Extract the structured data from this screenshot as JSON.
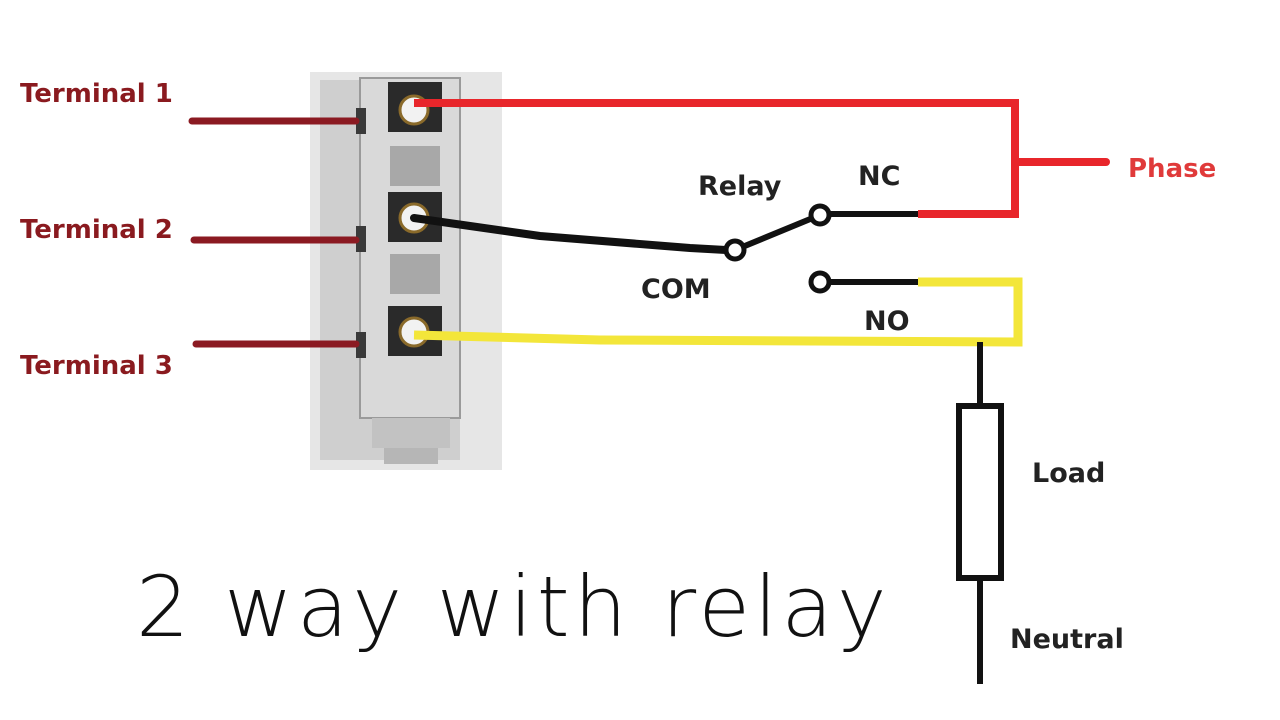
{
  "terminals": [
    {
      "label": "Terminal 1"
    },
    {
      "label": "Terminal 2"
    },
    {
      "label": "Terminal 3"
    }
  ],
  "labels": {
    "relay": "Relay",
    "nc": "NC",
    "com": "COM",
    "no": "NO",
    "phase": "Phase",
    "load": "Load",
    "neutral": "Neutral"
  },
  "caption": "2 way with relay",
  "colors": {
    "terminal_label": "#8a1a1f",
    "terminal_wire": "#8b1a22",
    "phase_wire": "#e8262b",
    "phase_label": "#e03a3a",
    "no_wire": "#f3e63a",
    "neutral_wire": "#111111"
  }
}
